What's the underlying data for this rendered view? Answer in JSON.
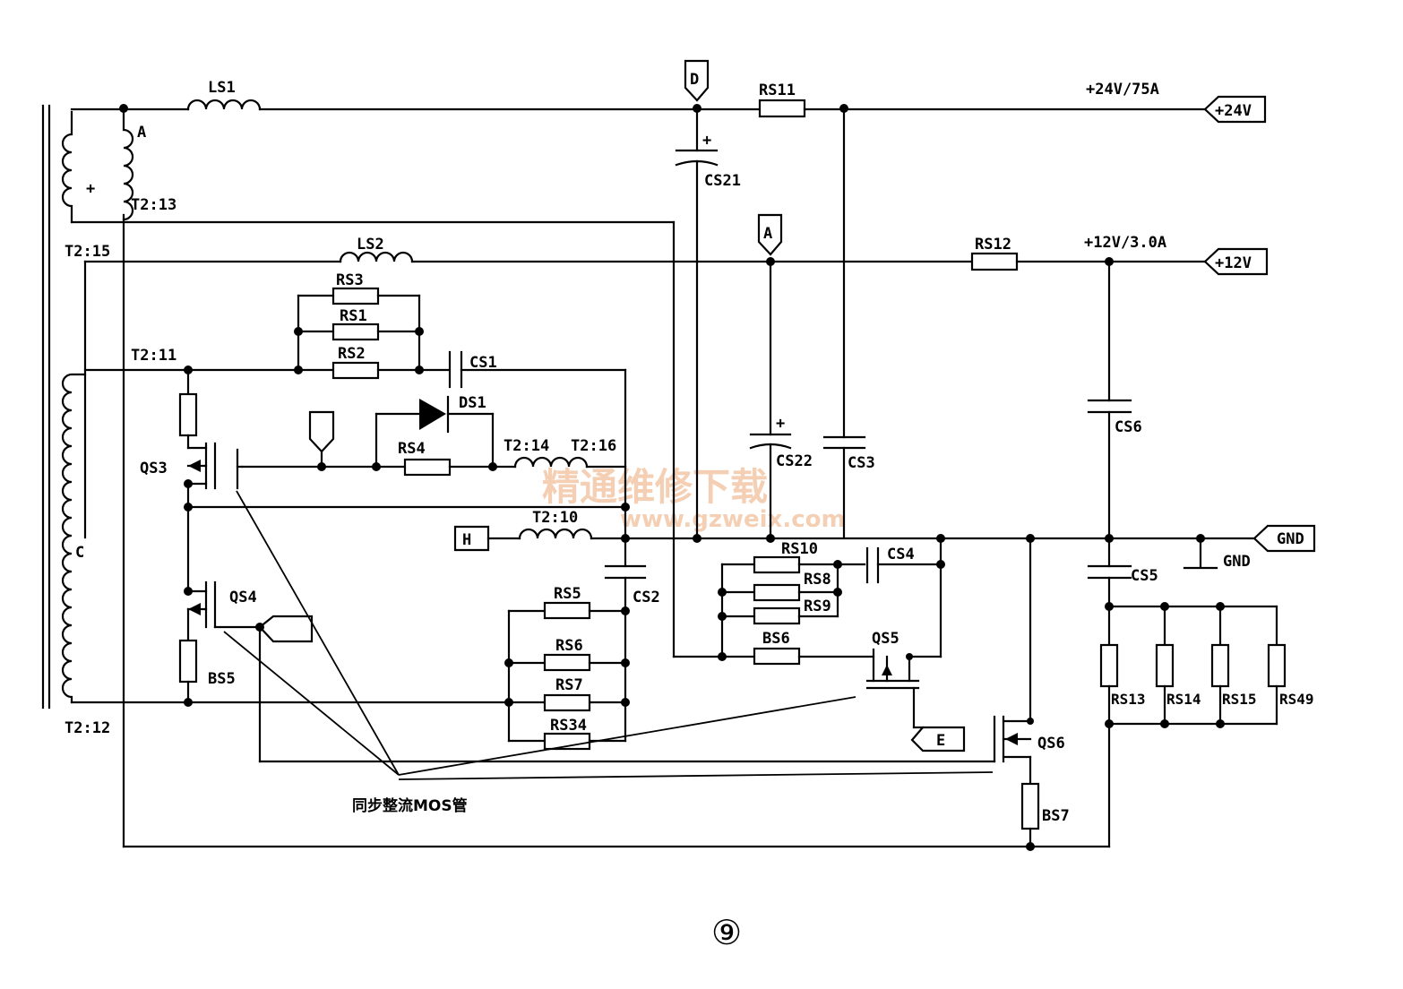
{
  "outputs": {
    "v24_spec": "+24V/75A",
    "v24_port": "+24V",
    "v12_spec": "+12V/3.0A",
    "v12_port": "+12V",
    "gnd_port": "GND",
    "gnd_label": "GND"
  },
  "terminals": {
    "D": "D",
    "A": "A",
    "H": "H",
    "E": "E",
    "blank_top": "",
    "blank_mid": ""
  },
  "transformer": {
    "node_A": "A",
    "node_C": "C",
    "t2_13": "T2:13",
    "t2_15": "T2:15",
    "t2_11": "T2:11",
    "t2_12": "T2:12",
    "t2_14": "T2:14",
    "t2_16": "T2:16",
    "t2_10": "T2:10"
  },
  "components": {
    "LS1": "LS1",
    "LS2": "LS2",
    "RS11": "RS11",
    "RS12": "RS12",
    "RS3": "RS3",
    "RS1": "RS1",
    "RS2": "RS2",
    "CS1": "CS1",
    "DS1": "DS1",
    "RS4": "RS4",
    "CS21": "CS21",
    "CS22": "CS22",
    "CS3": "CS3",
    "CS6": "CS6",
    "CS5": "CS5",
    "CS2": "CS2",
    "CS4": "CS4",
    "QS3": "QS3",
    "QS4": "QS4",
    "QS5": "QS5",
    "QS6": "QS6",
    "BS5": "BS5",
    "BS6": "BS6",
    "BS7": "BS7",
    "RS5": "RS5",
    "RS6": "RS6",
    "RS7": "RS7",
    "RS34": "RS34",
    "RS8": "RS8",
    "RS9": "RS9",
    "RS10": "RS10",
    "RS13": "RS13",
    "RS14": "RS14",
    "RS15": "RS15",
    "RS49": "RS49"
  },
  "annotation": "同步整流MOS管",
  "watermark": {
    "cn": "精通维修下载",
    "url": "www.gzweix.com"
  },
  "figure_number": "⑨"
}
